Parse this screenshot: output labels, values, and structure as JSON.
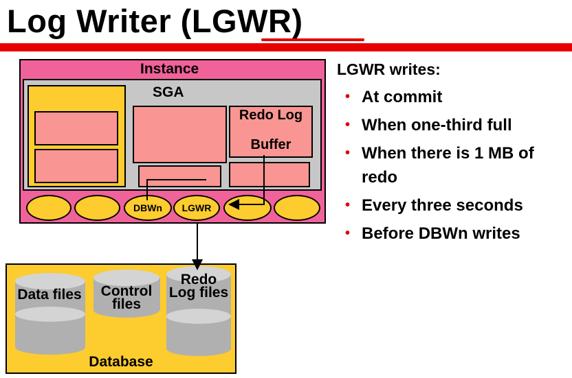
{
  "title": {
    "text": "Log Writer (LGWR)"
  },
  "diagram": {
    "instance_label": "Instance",
    "sga_label": "SGA",
    "redo_buffer_line1": "Redo Log",
    "redo_buffer_line2": "Buffer",
    "processes": {
      "dbwn": "DBWn",
      "lgwr": "LGWR"
    },
    "database_label": "Database",
    "data_files": "Data files",
    "control_files": "Control files",
    "redo_log_files": "Redo Log files"
  },
  "notes": {
    "heading": "LGWR writes:",
    "bullets": [
      "At commit",
      "When one-third full",
      "When there is 1 MB of redo",
      "Every three seconds",
      "Before DBWn writes"
    ]
  },
  "colors": {
    "title_bar": "#e60000",
    "instance": "#f0629a",
    "sga": "#c7c7c7",
    "shared_pool": "#fdcc2e",
    "buffer": "#f99592",
    "database": "#fdcc2e",
    "cylinder": "#b0b0b0",
    "bullet": "#e00000"
  }
}
